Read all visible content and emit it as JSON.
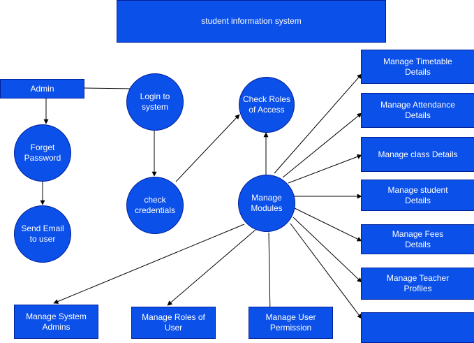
{
  "title": "student information system",
  "nodes": {
    "admin": "Admin",
    "forget_password": "Forget\nPassword",
    "send_email": "Send Email\nto user",
    "login": "Login to\nsystem",
    "check_credentials": "check\ncredentials",
    "check_roles": "Check Roles\nof Access",
    "manage_modules": "Manage\nModules",
    "manage_timetable": "Manage Timetable\nDetails",
    "manage_attendance": "Manage Attendance\nDetails",
    "manage_class": "Manage class Details",
    "manage_student": "Manage student\nDetails",
    "manage_fees": "Manage Fees\nDetails",
    "manage_teacher": "Manage Teacher\nProfiles",
    "manage_blank": "",
    "manage_system_admins": "Manage System\nAdmins",
    "manage_roles_user": "Manage Roles of\nUser",
    "manage_user_permission": "Manage User\nPermission"
  },
  "colors": {
    "node_fill": "#0b50e8",
    "node_border": "#00209a",
    "text": "#ffffff",
    "edge": "#000000"
  }
}
